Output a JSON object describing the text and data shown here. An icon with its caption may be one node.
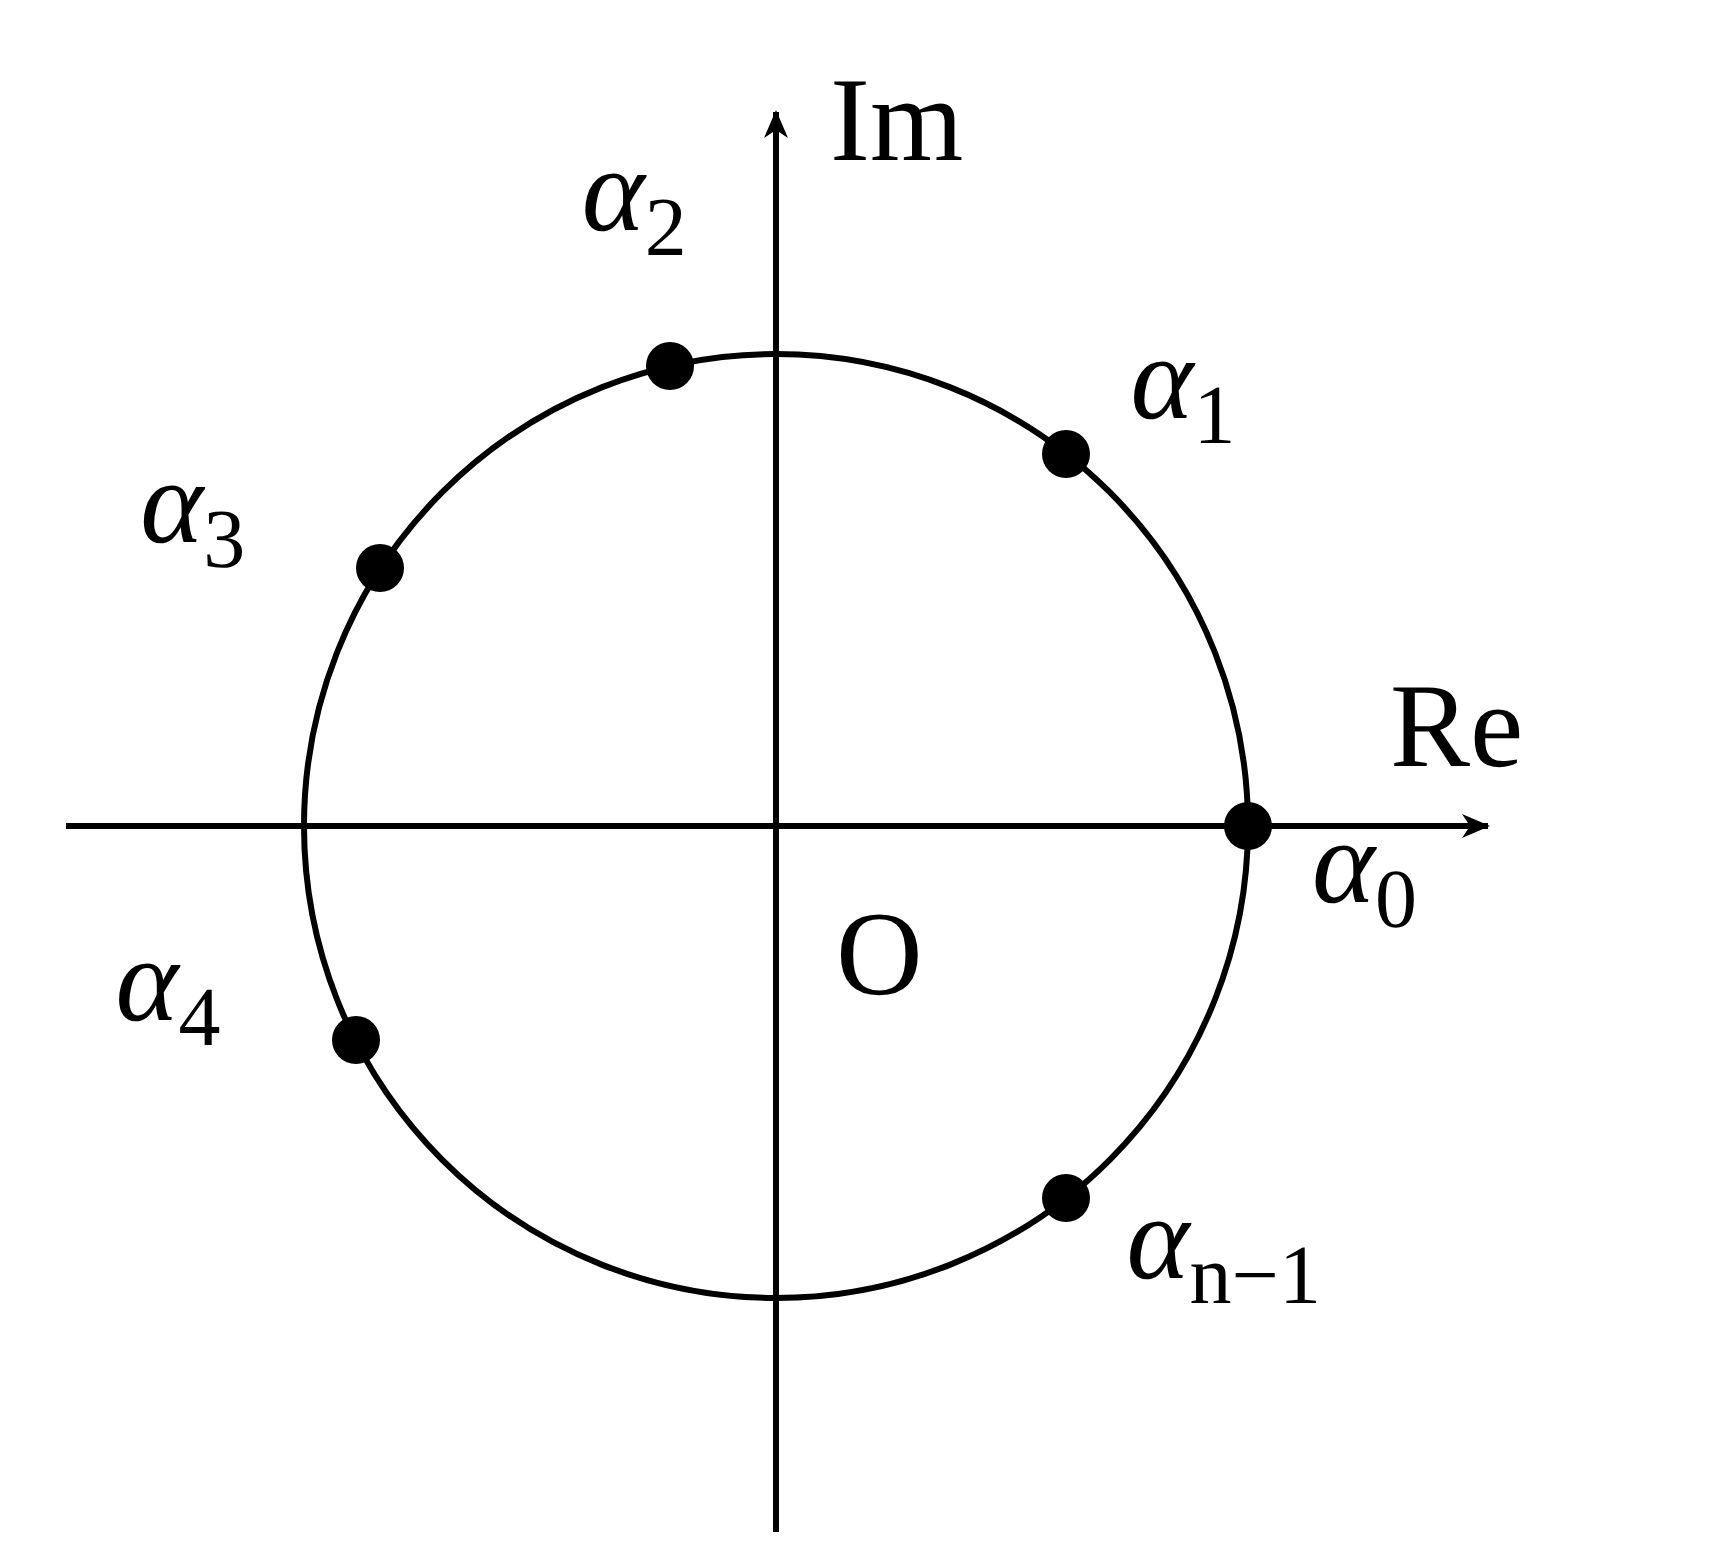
{
  "diagram": {
    "nodes": [
      {
        "text": [],
        "shape": "circle",
        "beside": [
          "*α*$_{0}$"
        ]
      },
      {
        "text": [],
        "shape": "circle",
        "beside": [
          "*α*$_{1}$"
        ]
      },
      {
        "text": [],
        "shape": "circle",
        "beside": [
          "*α*$_{2}$"
        ]
      },
      {
        "text": [],
        "shape": "circle",
        "beside": [
          "*α*$_{3}$"
        ]
      },
      {
        "text": [],
        "shape": "circle",
        "beside": [
          "*α*$_{4}$"
        ]
      },
      {
        "text": [],
        "shape": "circle",
        "beside": [
          "*α*$_{n−1}$"
        ]
      }
    ],
    "labels": [
      "Im",
      "Re",
      "O"
    ]
  }
}
